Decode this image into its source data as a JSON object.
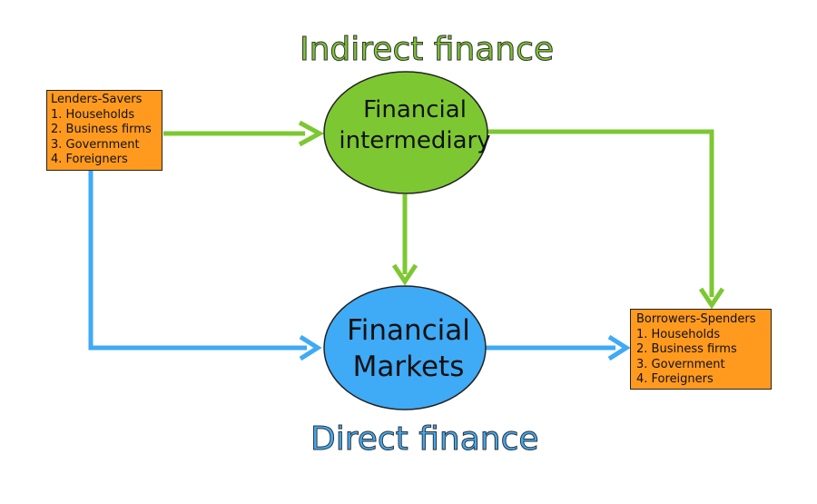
{
  "titles": {
    "indirect": "Indirect finance",
    "direct": "Direct finance"
  },
  "nodes": {
    "intermediary": {
      "line1": "Financial",
      "line2": "intermediary"
    },
    "markets": {
      "line1": "Financial",
      "line2": "Markets"
    }
  },
  "lenders": {
    "heading": "Lenders-Savers",
    "items": [
      "1. Households",
      "2. Business firms",
      "3. Government",
      "4. Foreigners"
    ]
  },
  "borrowers": {
    "heading": "Borrowers-Spenders",
    "items": [
      "1. Households",
      "2. Business firms",
      "3. Government",
      "4. Foreigners"
    ]
  },
  "colors": {
    "green": "#7dc832",
    "blue": "#3faaf5",
    "orange": "#ff9a1f",
    "outline": "#222222"
  }
}
